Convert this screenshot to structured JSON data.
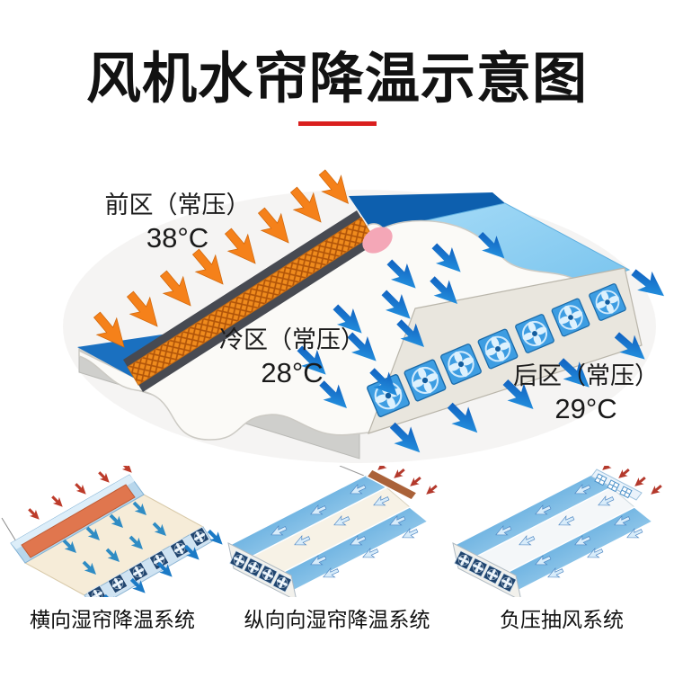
{
  "header": {
    "title": "风机水帘降温示意图"
  },
  "main_diagram": {
    "front_zone_label": "前区（常压）",
    "front_zone_temp": "38°C",
    "cold_zone_label": "冷区（常压）",
    "cold_zone_temp": "28°C",
    "rear_zone_label": "后区（常压）",
    "rear_zone_temp": "29°C"
  },
  "bottom_diagrams": [
    {
      "label": "横向湿帘降温系统"
    },
    {
      "label": "纵向向湿帘降温系统"
    },
    {
      "label": "负压抽风系统"
    }
  ],
  "colors": {
    "accent_red": "#da1f1e",
    "hot_arrow_orange": "#f5811a",
    "inlet_arrow_red": "#b4392c",
    "cool_arrow_blue": "#1470cc",
    "pale_arrow_blue": "#dff0fc",
    "roof_light_blue": "#8fd0f2",
    "roof_dark_blue": "#0d5fae",
    "curtain_orange": "#ef8b1d",
    "curtain_frame_gray": "#474a52",
    "pink_cap": "#f4a7b7",
    "fan_blue": "#3d9de2",
    "wet_pad_brown": "#aa6239"
  }
}
